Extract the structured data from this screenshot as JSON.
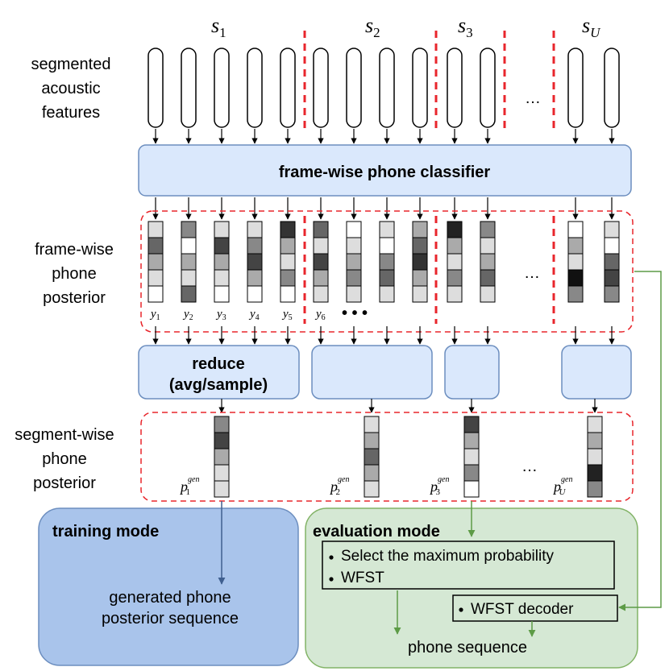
{
  "segment_labels": [
    "s",
    "s",
    "s",
    "s"
  ],
  "segment_subscripts": [
    "1",
    "2",
    "3",
    "U"
  ],
  "left_labels": {
    "acoustic": [
      "segmented",
      "acoustic",
      "features"
    ],
    "frame_posterior": [
      "frame-wise",
      "phone",
      "posterior"
    ],
    "segment_posterior": [
      "segment-wise",
      "phone",
      "posterior"
    ]
  },
  "classifier_label": "frame-wise phone classifier",
  "reduce_label": [
    "reduce",
    "(avg/sample)"
  ],
  "frame_labels": [
    "y",
    "y",
    "y",
    "y",
    "y",
    "y"
  ],
  "frame_subscripts": [
    "1",
    "2",
    "3",
    "4",
    "5",
    "6"
  ],
  "ellipsis": "…",
  "ellipsis_small": "• • •",
  "p_gen_base": "p",
  "p_gen_sup": "gen",
  "p_gen_subs": [
    "1",
    "2",
    "3",
    "U"
  ],
  "training": {
    "title": "training mode",
    "output": [
      "generated phone",
      "posterior sequence"
    ]
  },
  "evaluation": {
    "title": "evaluation mode",
    "options": [
      "Select the maximum probability",
      "WFST"
    ],
    "decoder": "WFST decoder",
    "output": "phone sequence"
  },
  "colors": {
    "classifier_fill": "#dae8fc",
    "classifier_stroke": "#6c8ebf",
    "dashed_red": "#e8262c",
    "training_fill": "#a9c4eb",
    "training_stroke": "#6c8ebf",
    "eval_fill": "#d5e8d4",
    "eval_stroke": "#82b366",
    "green_arrow": "#5d9b46",
    "blue_arrow": "#3f5f8f"
  },
  "frame_cells": [
    [
      "#dddddd",
      "#666666",
      "#aaaaaa",
      "#dddddd",
      "#ffffff"
    ],
    [
      "#888888",
      "#ffffff",
      "#aaaaaa",
      "#dddddd",
      "#666666"
    ],
    [
      "#dddddd",
      "#444444",
      "#aaaaaa",
      "#dddddd",
      "#ffffff"
    ],
    [
      "#dddddd",
      "#888888",
      "#444444",
      "#aaaaaa",
      "#ffffff"
    ],
    [
      "#333333",
      "#aaaaaa",
      "#dddddd",
      "#888888",
      "#ffffff"
    ],
    [
      "#666666",
      "#dddddd",
      "#444444",
      "#aaaaaa",
      "#dddddd"
    ],
    [
      "#ffffff",
      "#dddddd",
      "#aaaaaa",
      "#888888",
      "#dddddd"
    ],
    [
      "#dddddd",
      "#ffffff",
      "#888888",
      "#666666",
      "#dddddd"
    ],
    [
      "#aaaaaa",
      "#666666",
      "#333333",
      "#aaaaaa",
      "#dddddd"
    ],
    [
      "#222222",
      "#aaaaaa",
      "#dddddd",
      "#888888",
      "#dddddd"
    ],
    [
      "#888888",
      "#dddddd",
      "#aaaaaa",
      "#666666",
      "#dddddd"
    ],
    [
      "#ffffff",
      "#aaaaaa",
      "#dddddd",
      "#111111",
      "#888888"
    ],
    [
      "#dddddd",
      "#ffffff",
      "#666666",
      "#444444",
      "#888888"
    ]
  ],
  "segment_cells": [
    [
      "#888888",
      "#444444",
      "#aaaaaa",
      "#dddddd",
      "#dddddd"
    ],
    [
      "#dddddd",
      "#aaaaaa",
      "#666666",
      "#aaaaaa",
      "#dddddd"
    ],
    [
      "#444444",
      "#aaaaaa",
      "#dddddd",
      "#888888",
      "#ffffff"
    ],
    [
      "#dddddd",
      "#aaaaaa",
      "#dddddd",
      "#222222",
      "#888888"
    ]
  ]
}
